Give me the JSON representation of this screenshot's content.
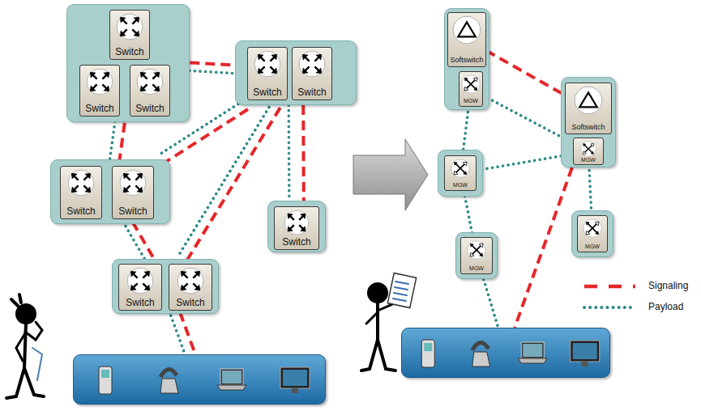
{
  "diagram": {
    "nodes": [
      {
        "text": []
      },
      {
        "text": [
          "Switch"
        ],
        "in": 0
      },
      {
        "text": [
          "Switch"
        ],
        "in": 0
      },
      {
        "text": [
          "Switch"
        ],
        "in": 0
      },
      {
        "text": []
      },
      {
        "text": [
          "Switch"
        ],
        "in": 4
      },
      {
        "text": [
          "Switch"
        ],
        "in": 4
      },
      {
        "text": []
      },
      {
        "text": [
          "Switch"
        ],
        "in": 7
      },
      {
        "text": [
          "Switch"
        ],
        "in": 7
      },
      {
        "text": []
      },
      {
        "text": [
          "Switch"
        ],
        "in": 10
      },
      {
        "text": []
      },
      {
        "text": [
          "Switch"
        ],
        "in": 12
      },
      {
        "text": [
          "Switch"
        ],
        "in": 12
      },
      {
        "text": []
      },
      {
        "text": []
      },
      {
        "text": [
          "Softswitch"
        ],
        "in": 16
      },
      {
        "text": [
          "MGW"
        ],
        "in": 16
      },
      {
        "text": []
      },
      {
        "text": [
          "Softswitch"
        ],
        "in": 19
      },
      {
        "text": [
          "MGW"
        ],
        "in": 19
      },
      {
        "text": []
      },
      {
        "text": [
          "MGW"
        ],
        "in": 22
      },
      {
        "text": []
      },
      {
        "text": [
          "MGW"
        ],
        "in": 24
      },
      {
        "text": []
      },
      {
        "text": [
          "MGW"
        ],
        "in": 26
      },
      {
        "text": []
      }
    ],
    "edges": [
      {
        "from": 0,
        "to": 4,
        "arrow": "none"
      },
      {
        "from": 0,
        "to": 4,
        "arrow": "none"
      },
      {
        "from": 0,
        "to": 7,
        "arrow": "none"
      },
      {
        "from": 0,
        "to": 7,
        "arrow": "none"
      },
      {
        "from": 4,
        "to": 7,
        "arrow": "none"
      },
      {
        "from": 4,
        "to": 7,
        "arrow": "none"
      },
      {
        "from": 4,
        "to": 12,
        "arrow": "none"
      },
      {
        "from": 4,
        "to": 12,
        "arrow": "none"
      },
      {
        "from": 4,
        "to": 10,
        "arrow": "none"
      },
      {
        "from": 4,
        "to": 10,
        "arrow": "none"
      },
      {
        "from": 7,
        "to": 12,
        "arrow": "none"
      },
      {
        "from": 7,
        "to": 12,
        "arrow": "none"
      },
      {
        "from": 12,
        "to": 15,
        "arrow": "none"
      },
      {
        "from": 12,
        "to": 15,
        "arrow": "none"
      },
      {
        "from": 17,
        "to": 20,
        "arrow": "none"
      },
      {
        "from": 18,
        "to": 21,
        "arrow": "none"
      },
      {
        "from": 18,
        "to": 23,
        "arrow": "none"
      },
      {
        "from": 23,
        "to": 21,
        "arrow": "none"
      },
      {
        "from": 21,
        "to": 25,
        "arrow": "none"
      },
      {
        "from": 23,
        "to": 27,
        "arrow": "none"
      },
      {
        "from": 27,
        "to": 28,
        "arrow": "none"
      },
      {
        "from": 19,
        "to": 28,
        "arrow": "none"
      }
    ],
    "legend": [
      {
        "text": "Signaling"
      },
      {
        "text": "Payload"
      }
    ]
  }
}
